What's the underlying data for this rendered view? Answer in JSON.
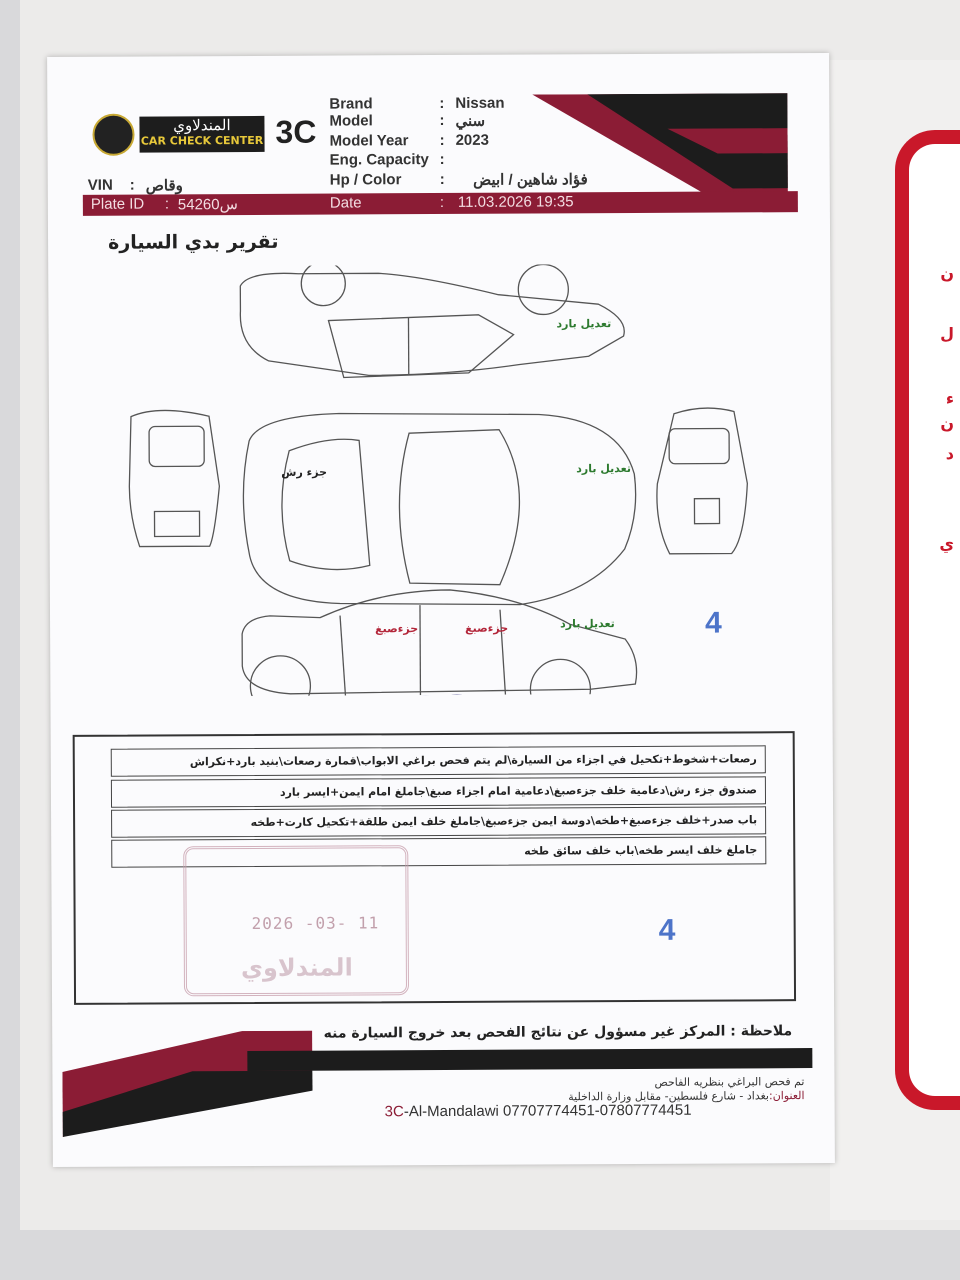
{
  "logo": {
    "arabic_name": "المندلاوي",
    "english_name": "CAR CHECK CENTER",
    "brand_mark": "3C"
  },
  "vehicle": {
    "brand_label": "Brand",
    "brand": "Nissan",
    "model_label": "Model",
    "model": "سني",
    "model_year_label": "Model Year",
    "model_year": "2023",
    "eng_capacity_label": "Eng. Capacity",
    "eng_capacity": "",
    "hp_color_label": "Hp / Color",
    "hp_color": "فؤاد شاهين / ابيض",
    "vin_label": "VIN",
    "vin": "وقاص",
    "plate_label": "Plate ID",
    "plate": "54260س",
    "date_label": "Date",
    "date": "11.03.2026 19:35",
    "separator": ":"
  },
  "report_title": "تقرير بدي السيارة",
  "diagram_notes": {
    "top_right": "تعديل بارد",
    "roof": "جزء رش",
    "hood": "تعديل بارد",
    "rear_door": "جزءصبغ",
    "front_door": "جزءصبغ",
    "front_fender": "تعديل بارد",
    "count_1": "4",
    "count_2": "4"
  },
  "findings": [
    "رصعات+شخوط+تكحيل في اجزاء من السيارة\\لم يتم فحص براغي الابواب\\قمارة رصعات\\بنيد بارد+نكراش",
    "صندوق جزء رش\\دعامية خلف جزءصبغ\\دعامية امام اجزاء صبغ\\جاملغ امام ايمن+ايسر بارد",
    "باب صدر+خلف جزءصبغ+طخه\\دوسة ايمن جزءصبغ\\جاملغ خلف ايمن طلقة+تكحيل كارت+طخه",
    "جاملغ خلف ايسر طخه\\باب خلف سائق طخه"
  ],
  "stamp": {
    "date": "2026 -03- 11",
    "name": "المندلاوي"
  },
  "disclaimer": "ملاحظة : المركز غير مسؤول عن نتائج الفحص بعد خروج السيارة منه",
  "footer": {
    "line1": "تم فحص البراغي بنظريه الفاحص",
    "address_label": "العنوان:",
    "address": "بغداد - شارع فلسطين- مقابل وزارة الداخلية",
    "brand_prefix": "3C",
    "contact": "-Al-Mandalawi 07707774451-07807774451"
  },
  "side_card": {
    "fragments": [
      "ن",
      "ل",
      "ء",
      "ن",
      "د",
      "ي"
    ]
  },
  "colors": {
    "accent_red": "#8b1c35",
    "wedge_black": "#1c1c1c",
    "note_green": "#2d7a2f",
    "note_red": "#b3263a",
    "number_blue": "#4d74c9",
    "frame_red": "#c9182a"
  }
}
